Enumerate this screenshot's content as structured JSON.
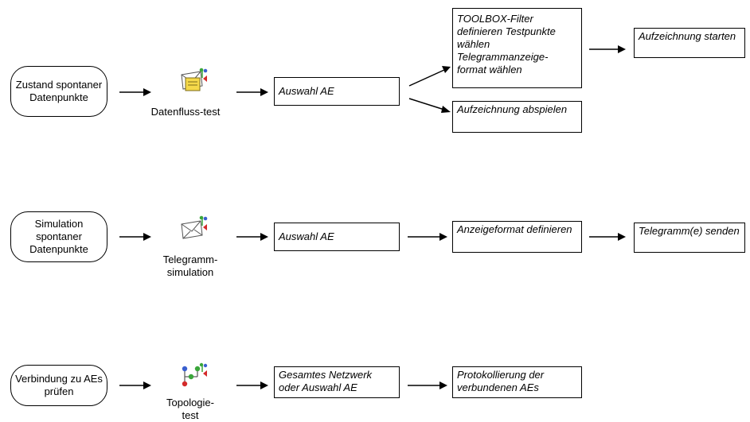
{
  "rows": [
    {
      "start": "Zustand spontaner Datenpunkte",
      "tool": {
        "icon": "data-flow-test-icon",
        "label": "Datenfluss-test"
      },
      "step1": "Auswahl AE",
      "branch_a": "TOOLBOX-Filter definieren Testpunkte wählen Telegrammanzeige-format wählen",
      "branch_a_next": "Aufzeichnung starten",
      "branch_b": "Aufzeichnung abspielen"
    },
    {
      "start": "Simulation spontaner Datenpunkte",
      "tool": {
        "icon": "telegram-simulation-icon",
        "label": "Telegramm-simulation"
      },
      "step1": "Auswahl AE",
      "step2": "Anzeigeformat definieren",
      "step3": "Telegramm(e) senden"
    },
    {
      "start": "Verbindung zu AEs prüfen",
      "tool": {
        "icon": "topology-test-icon",
        "label": "Topologie-test"
      },
      "step1": "Gesamtes Netzwerk oder Auswahl AE",
      "step2": "Protokollierung der verbundenen AEs"
    }
  ],
  "colors": {
    "envelope_yellow": "#f5d94a",
    "node_green": "#3aa63a",
    "node_blue": "#3a5fcf",
    "marker_red": "#d42a2a"
  }
}
